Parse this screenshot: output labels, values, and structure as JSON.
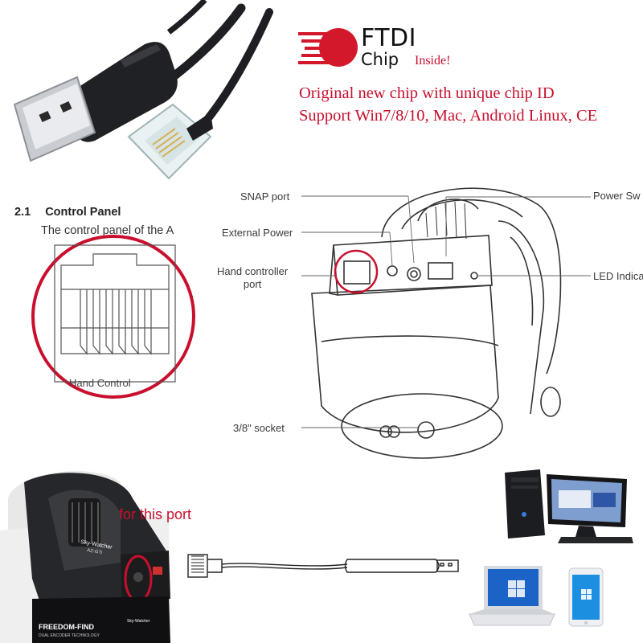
{
  "logo": {
    "brand": "FTDI",
    "sub": "Chip",
    "tagline": "Inside!"
  },
  "promo": {
    "line1": "Original new chip with unique chip ID",
    "line2": "Support Win7/8/10, Mac, Android Linux, CE"
  },
  "manual": {
    "section_number": "2.1",
    "section_title": "Control Panel",
    "section_text": "The control panel of the A",
    "callouts": {
      "snap_port": "SNAP port",
      "external_power": "External Power",
      "hand_controller_line1": "Hand controller",
      "hand_controller_line2": "port",
      "socket": "3/8\" socket",
      "power_switch": "Power Sw",
      "led_indicator": "LED Indica"
    },
    "zoom_label": "Hand Control"
  },
  "mount": {
    "port_label": "for this port",
    "brand_badge": "Sky-Watcher",
    "model_badge": "AZ-GTi",
    "bottom_text": "FREEDOM-FIND",
    "bottom_sub": "DUAL ENCODER TECHNOLOGY",
    "side_brand": "Sky-Watcher"
  },
  "colors": {
    "accent_red": "#c8102e",
    "cable_black": "#1e1f22",
    "line_gray": "#555555"
  },
  "icons": {
    "desktop": "desktop-computer-icon",
    "laptop": "laptop-icon",
    "tablet": "tablet-icon"
  }
}
